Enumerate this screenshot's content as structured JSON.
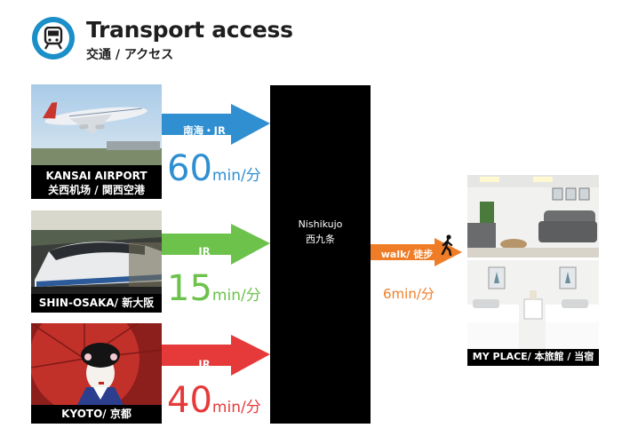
{
  "header": {
    "title": "Transport access",
    "subtitle": "交通 / アクセス"
  },
  "routes": [
    {
      "name": "KANSAI AIRPORT",
      "name_jp": "关西机场 / 関西空港",
      "line": "南海・JR",
      "time": "60",
      "unit": "min/分",
      "color": "#2f8fd0"
    },
    {
      "name": "SHIN-OSAKA/ 新大阪",
      "line": "JR",
      "time": "15",
      "unit": "min/分",
      "color": "#6cc24a"
    },
    {
      "name": "KYOTO/ 京都",
      "line": "JR",
      "time": "40",
      "unit": "min/分",
      "color": "#e63a3a"
    }
  ],
  "station": {
    "name": "Nishikujo",
    "name_jp": "西九条"
  },
  "walk": {
    "label": "walk/ 徒步",
    "time": "6min/分",
    "color": "#ef7d27",
    "icon": "walking-person-icon"
  },
  "destination": {
    "name": "MY PLACE/ 本旅館 / 当宿"
  },
  "icons": {
    "logo": "train-icon"
  }
}
